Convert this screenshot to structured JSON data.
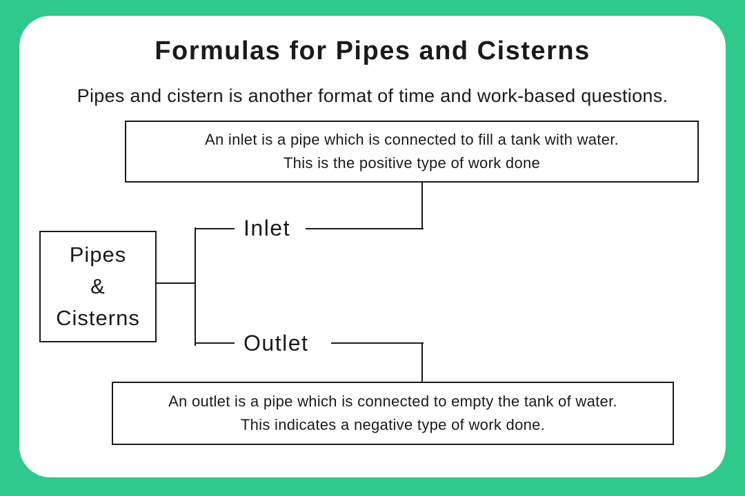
{
  "colors": {
    "green": "#2fc98b",
    "card": "#ffffff",
    "ink": "#1a1a1a"
  },
  "header": {
    "title": "Formulas for Pipes and Cisterns",
    "subtitle": "Pipes and cistern is another format of time and work-based questions."
  },
  "diagram": {
    "root": {
      "lines": [
        "Pipes",
        "&",
        "Cisterns"
      ]
    },
    "branches": [
      {
        "label": "Inlet",
        "description": [
          "An inlet is a pipe which is connected to fill a tank with water.",
          "This is the positive type of work done"
        ]
      },
      {
        "label": "Outlet",
        "description": [
          "An outlet is a pipe which is connected to empty the tank of water.",
          "This indicates a negative type of work done."
        ]
      }
    ]
  }
}
